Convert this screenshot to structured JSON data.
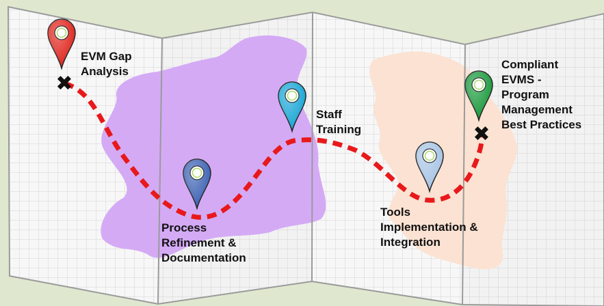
{
  "milestones": [
    {
      "label": "EVM Gap\nAnalysis",
      "pin_color": "#e0261e"
    },
    {
      "label": "Process\nRefinement &\nDocumentation",
      "pin_color": "#3e63b4"
    },
    {
      "label": "Staff\nTraining",
      "pin_color": "#1aa6d6"
    },
    {
      "label": "Tools\nImplementation &\nIntegration",
      "pin_color": "#a7c4e4"
    },
    {
      "label": "Compliant\nEVMS -\nProgram\nManagement\nBest Practices",
      "pin_color": "#1b9a3e"
    }
  ],
  "colors": {
    "background": "#dfe8cf",
    "map_paper": "#f7f7f7",
    "grid_line": "#d3d3d3",
    "purple_region": "#d4aaf5",
    "peach_region": "#fbe2d2",
    "route": "#e8191b",
    "start_end_marker": "#111111"
  }
}
